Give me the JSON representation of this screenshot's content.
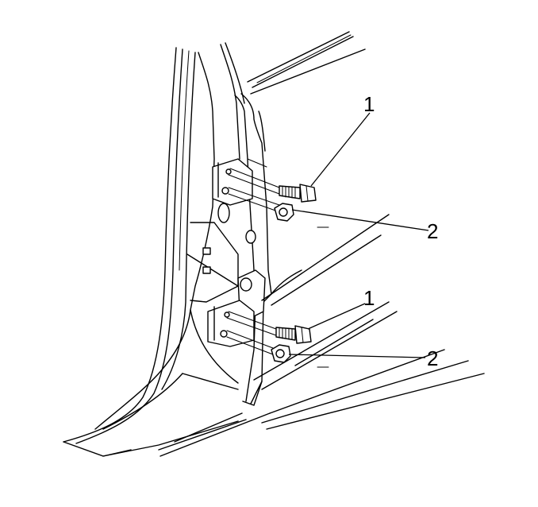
{
  "callouts": {
    "bolt_upper": "1",
    "nut_upper": "2",
    "bolt_lower": "1",
    "nut_lower": "2"
  }
}
